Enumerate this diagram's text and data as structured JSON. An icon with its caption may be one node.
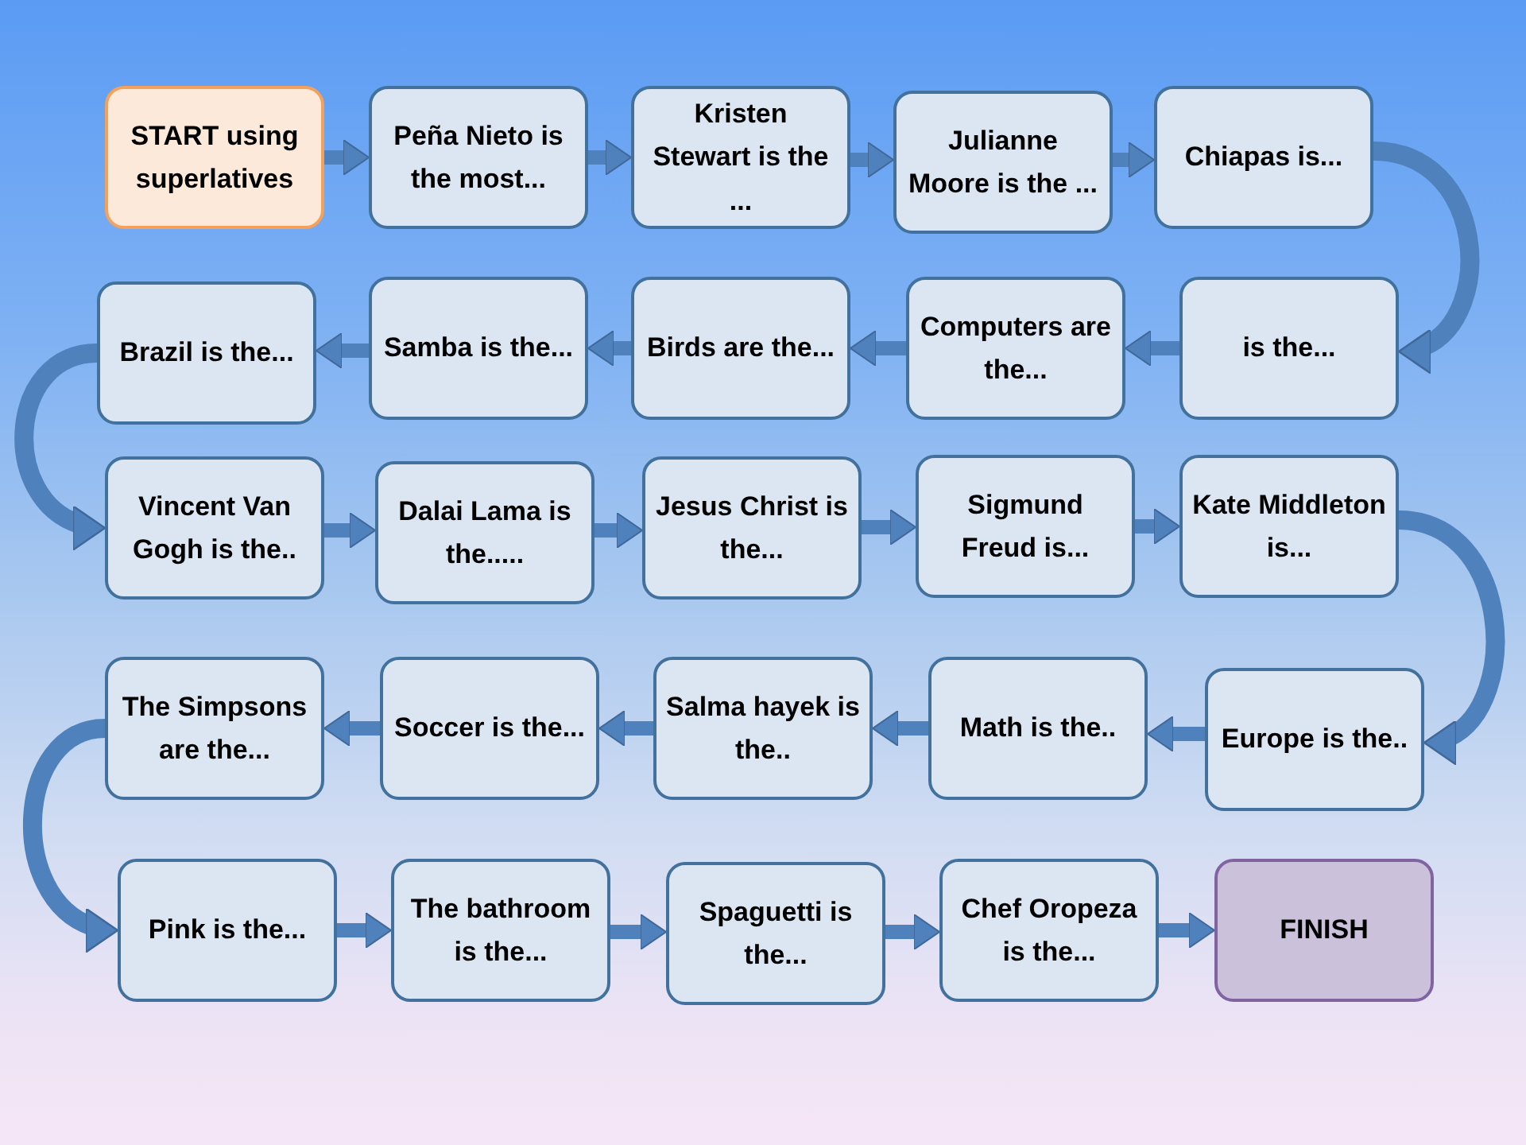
{
  "diagram": {
    "nodes": [
      {
        "text": [
          "START using superlatives"
        ]
      },
      {
        "text": [
          "Peña Nieto is the most..."
        ]
      },
      {
        "text": [
          "Kristen Stewart is the ..."
        ]
      },
      {
        "text": [
          "Julianne Moore is the ..."
        ]
      },
      {
        "text": [
          "Chiapas is..."
        ]
      },
      {
        "text": [
          "is the..."
        ]
      },
      {
        "text": [
          "Computers are the..."
        ]
      },
      {
        "text": [
          "Birds are the..."
        ]
      },
      {
        "text": [
          "Samba is the..."
        ]
      },
      {
        "text": [
          "Brazil is the..."
        ]
      },
      {
        "text": [
          "Vincent Van Gogh is the.."
        ]
      },
      {
        "text": [
          "Dalai Lama is the....."
        ]
      },
      {
        "text": [
          "Jesus Christ is the..."
        ]
      },
      {
        "text": [
          "Sigmund Freud is..."
        ]
      },
      {
        "text": [
          "Kate Middleton is..."
        ]
      },
      {
        "text": [
          "Europe is the.."
        ]
      },
      {
        "text": [
          "Math is the.."
        ]
      },
      {
        "text": [
          "Salma hayek is the.."
        ]
      },
      {
        "text": [
          "Soccer is the..."
        ]
      },
      {
        "text": [
          "The Simpsons are the..."
        ]
      },
      {
        "text": [
          "Pink is the..."
        ]
      },
      {
        "text": [
          "The bathroom is the..."
        ]
      },
      {
        "text": [
          "Spaguetti is the..."
        ]
      },
      {
        "text": [
          "Chef Oropeza is the..."
        ]
      },
      {
        "text": [
          "FINISH"
        ]
      }
    ],
    "edges": [
      {
        "from": 0,
        "to": 1,
        "arrow": "to"
      },
      {
        "from": 1,
        "to": 2,
        "arrow": "to"
      },
      {
        "from": 2,
        "to": 3,
        "arrow": "to"
      },
      {
        "from": 3,
        "to": 4,
        "arrow": "to"
      },
      {
        "from": 4,
        "to": 5,
        "arrow": "to"
      },
      {
        "from": 5,
        "to": 6,
        "arrow": "to"
      },
      {
        "from": 6,
        "to": 7,
        "arrow": "to"
      },
      {
        "from": 7,
        "to": 8,
        "arrow": "to"
      },
      {
        "from": 8,
        "to": 9,
        "arrow": "to"
      },
      {
        "from": 9,
        "to": 10,
        "arrow": "to"
      },
      {
        "from": 10,
        "to": 11,
        "arrow": "to"
      },
      {
        "from": 11,
        "to": 12,
        "arrow": "to"
      },
      {
        "from": 12,
        "to": 13,
        "arrow": "to"
      },
      {
        "from": 13,
        "to": 14,
        "arrow": "to"
      },
      {
        "from": 14,
        "to": 15,
        "arrow": "to"
      },
      {
        "from": 15,
        "to": 16,
        "arrow": "to"
      },
      {
        "from": 16,
        "to": 17,
        "arrow": "to"
      },
      {
        "from": 17,
        "to": 18,
        "arrow": "to"
      },
      {
        "from": 18,
        "to": 19,
        "arrow": "to"
      },
      {
        "from": 19,
        "to": 20,
        "arrow": "to"
      },
      {
        "from": 20,
        "to": 21,
        "arrow": "to"
      },
      {
        "from": 21,
        "to": 22,
        "arrow": "to"
      },
      {
        "from": 22,
        "to": 23,
        "arrow": "to"
      },
      {
        "from": 23,
        "to": 24,
        "arrow": "to"
      }
    ]
  }
}
